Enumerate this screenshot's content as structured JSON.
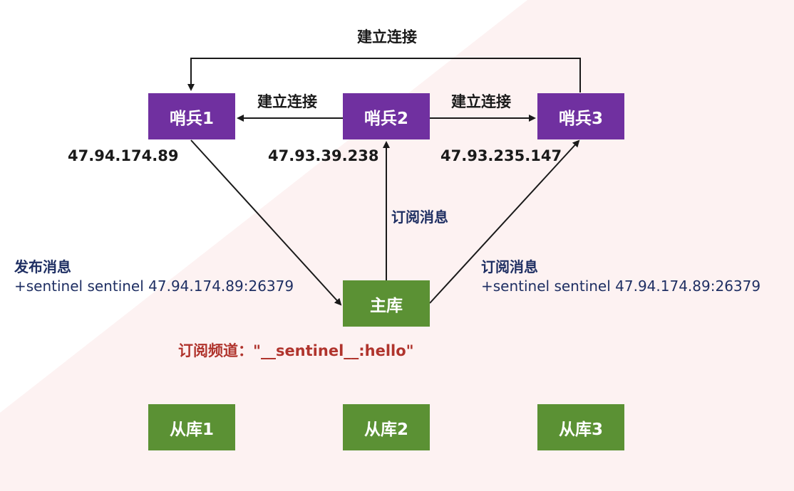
{
  "colors": {
    "sentinel": "#7030a0",
    "master": "#5b9134",
    "replica": "#5b9134",
    "background_tint": "#fdf2f2",
    "label_blue": "#1f2f63",
    "label_red": "#b0342d"
  },
  "sentinels": [
    {
      "label": "哨兵1",
      "ip": "47.94.174.89"
    },
    {
      "label": "哨兵2",
      "ip": "47.93.39.238"
    },
    {
      "label": "哨兵3",
      "ip": "47.93.235.147"
    }
  ],
  "master": {
    "label": "主库"
  },
  "replicas": [
    {
      "label": "从库1"
    },
    {
      "label": "从库2"
    },
    {
      "label": "从库3"
    }
  ],
  "connections": {
    "top": "建立连接",
    "s2_to_s1": "建立连接",
    "s2_to_s3": "建立连接"
  },
  "subscribe_s2": "订阅消息",
  "publish": {
    "title": "发布消息",
    "message": "+sentinel sentinel 47.94.174.89:26379"
  },
  "subscribe_s3": {
    "title": "订阅消息",
    "message": "+sentinel sentinel 47.94.174.89:26379"
  },
  "channel": "订阅频道：\"__sentinel__:hello\""
}
